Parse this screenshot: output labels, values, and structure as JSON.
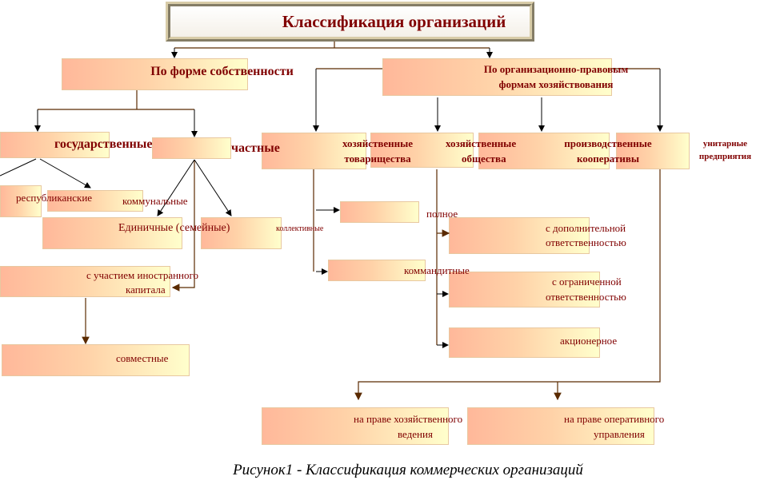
{
  "title": "Классификация организаций",
  "branches": {
    "ownership": "По форме собственности",
    "legal_line1": "По организационно-правовым",
    "legal_line2": "формам хозяйствования"
  },
  "ownership": {
    "state": "государственные",
    "private": "частные",
    "republican": "республиканские",
    "communal": "коммунальные",
    "single": "Единичные (семейные)",
    "collective": "коллективные",
    "foreign_line1": "с участием иностранного",
    "foreign_line2": "капитала",
    "joint": "совместные"
  },
  "legal": {
    "partnerships_line1": "хозяйственные",
    "partnerships_line2": "товарищества",
    "societies_line1": "хозяйственные",
    "societies_line2": "общества",
    "coops_line1": "производственные",
    "coops_line2": "кооперативы",
    "unitary_line1": "унитарные",
    "unitary_line2": "предприятия",
    "full": "полное",
    "limited_partnership": "коммандитные",
    "additional_line1": "с дополнительной",
    "additional_line2": "ответственностью",
    "limited_line1": "с ограниченной",
    "limited_line2": "ответственностью",
    "joint_stock": "акционерное",
    "economic_line1": "на праве хозяйственного",
    "economic_line2": "ведения",
    "operative_line1": "на праве оперативного",
    "operative_line2": "управления"
  },
  "caption": "Рисунок1 - Классификация коммерческих организаций"
}
